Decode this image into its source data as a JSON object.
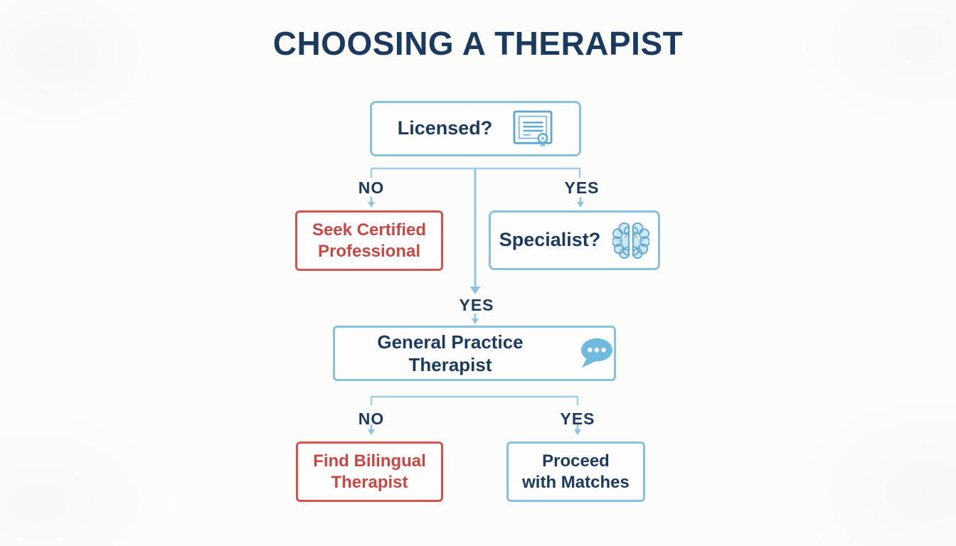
{
  "title": "CHOOSING A THERAPIST",
  "colors": {
    "navy_text": "#1b3a5f",
    "red_border": "#d0534e",
    "red_text": "#c94743",
    "blue_border": "#87c1dd",
    "line_blue": "#a2cde3",
    "arrow_blue": "#8fc2e0",
    "icon_stroke_blue": "#5fa9d3",
    "icon_fill_blue": "#cfe8f6",
    "bubble_blue": "#6fbadf",
    "background": "#fcfcfb"
  },
  "nodes": {
    "licensed": {
      "label": "Licensed?",
      "icon": "certificate"
    },
    "seek_certified": {
      "label": "Seek Certified\nProfessional"
    },
    "specialist": {
      "label": "Specialist?",
      "icon": "brain"
    },
    "general_practice": {
      "label": "General Practice Therapist",
      "icon": "speech-bubble"
    },
    "find_bilingual": {
      "label": "Find Bilingual\nTherapist"
    },
    "proceed": {
      "label": "Proceed\nwith Matches"
    }
  },
  "edge_labels": {
    "licensed_no": "NO",
    "licensed_yes": "YES",
    "mid_yes": "YES",
    "general_no": "NO",
    "general_yes": "YES"
  }
}
